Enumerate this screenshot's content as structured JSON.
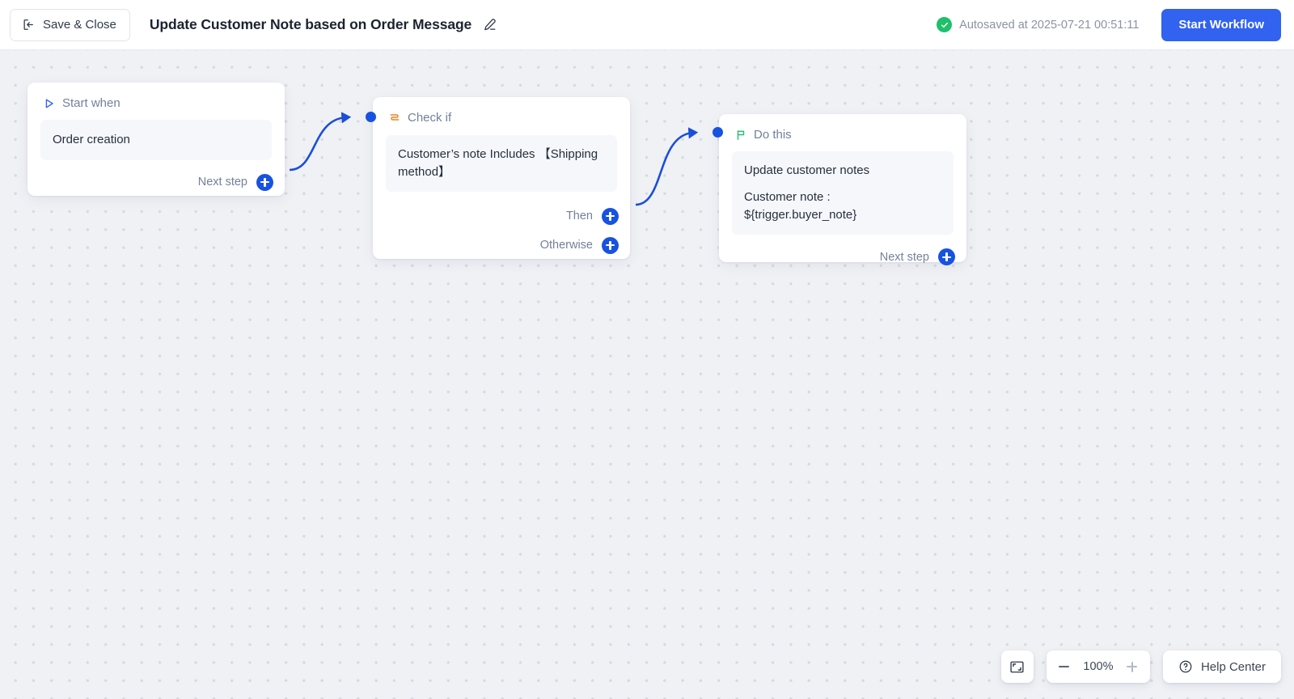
{
  "header": {
    "save_close_label": "Save & Close",
    "save_close_icon": "exit-arrow-icon",
    "title": "Update Customer Note based on Order Message",
    "edit_icon": "pencil-icon",
    "autosave_text": "Autosaved at 2025-07-21 00:51:11",
    "autosave_icon": "check-circle-icon",
    "start_workflow_label": "Start Workflow",
    "accent_color": "#3162f0",
    "success_color": "#1ec06a"
  },
  "canvas": {
    "background_color": "#f0f1f5",
    "dot_color": "#d7d9e2",
    "edge_color": "#1b4fd8"
  },
  "nodes": [
    {
      "id": "trigger",
      "kind": "start-when",
      "header_label": "Start when",
      "header_icon": "play-triangle-icon",
      "header_icon_color": "#3162f0",
      "body_lines": [
        "Order creation"
      ],
      "ports": [
        {
          "label": "Next step",
          "icon": "plus-icon"
        }
      ]
    },
    {
      "id": "condition",
      "kind": "check-if",
      "header_label": "Check if",
      "header_icon": "branch-split-icon",
      "header_icon_color": "#f2821e",
      "body_lines": [
        "Customer’s note Includes 【Shipping method】"
      ],
      "ports": [
        {
          "label": "Then",
          "icon": "plus-icon"
        },
        {
          "label": "Otherwise",
          "icon": "plus-icon"
        }
      ]
    },
    {
      "id": "action",
      "kind": "do-this",
      "header_label": "Do this",
      "header_icon": "flag-icon",
      "header_icon_color": "#1ec06a",
      "body_lines": [
        "Update customer notes",
        "Customer note : ${trigger.buyer_note}"
      ],
      "ports": [
        {
          "label": "Next step",
          "icon": "plus-icon"
        }
      ]
    }
  ],
  "bottom_controls": {
    "fit_icon": "fit-to-screen-icon",
    "zoom_out_icon": "minus-icon",
    "zoom_level": "100%",
    "zoom_in_icon": "plus-icon",
    "help_icon": "question-circle-icon",
    "help_label": "Help Center"
  }
}
